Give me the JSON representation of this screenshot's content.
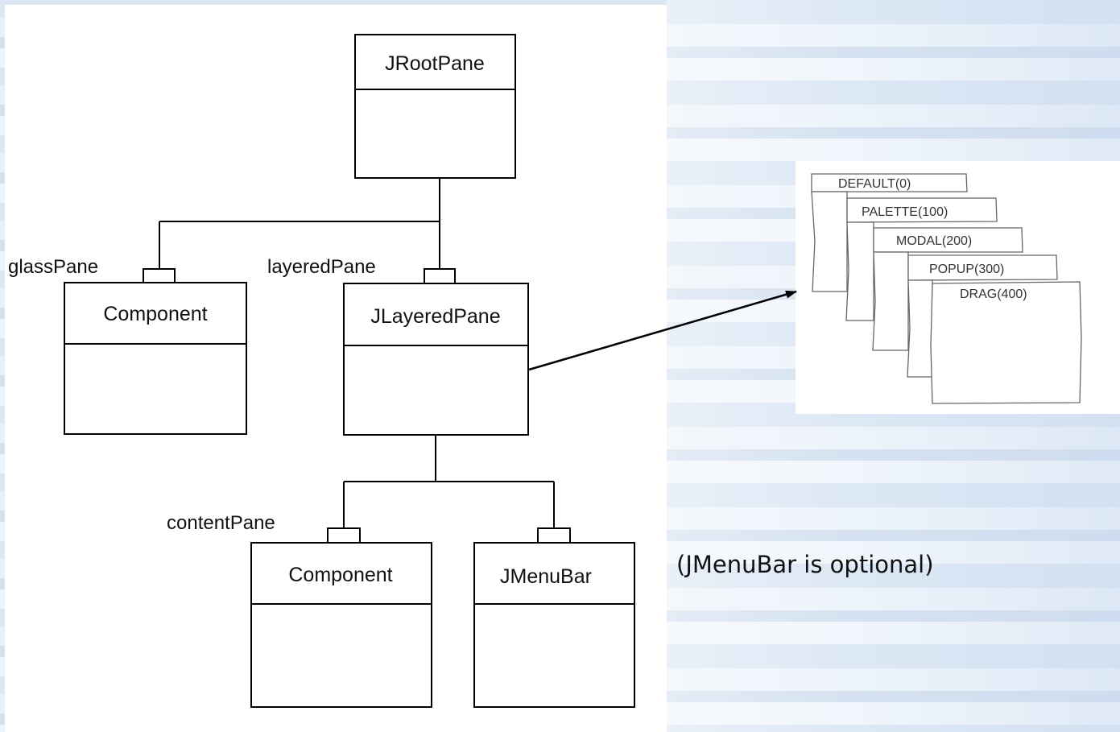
{
  "diagram": {
    "classes": {
      "root": "JRootPane",
      "glass": "Component",
      "layered": "JLayeredPane",
      "content": "Component",
      "menubar": "JMenuBar"
    },
    "roles": {
      "glass": "glassPane",
      "layered": "layeredPane",
      "content": "contentPane"
    },
    "layers": [
      "DEFAULT(0)",
      "PALETTE(100)",
      "MODAL(200)",
      "POPUP(300)",
      "DRAG(400)"
    ],
    "note": "(JMenuBar is optional)"
  },
  "colors": {
    "line": "#000000",
    "background": "#dde8f5"
  }
}
